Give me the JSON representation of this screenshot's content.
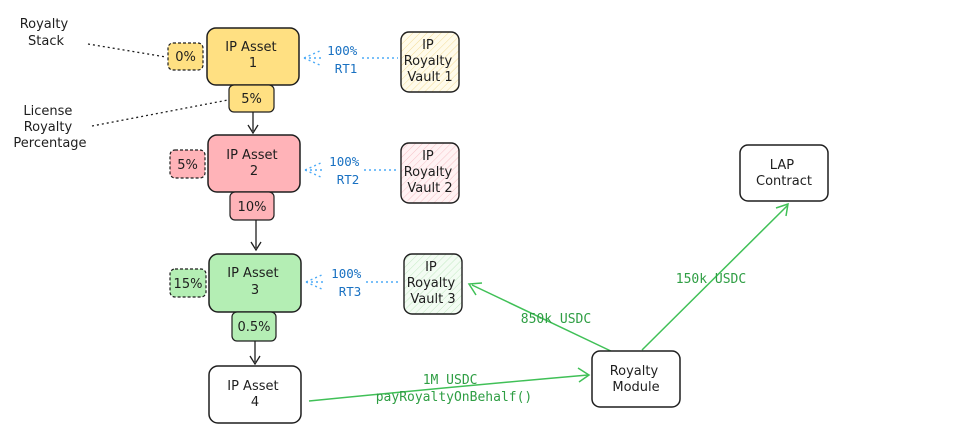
{
  "colors": {
    "stroke": "#1e1e1e",
    "asset1_fill": "#ffe082",
    "asset2_fill": "#ffb3b8",
    "asset3_fill": "#b4eeb4",
    "vault1_fill": "#fff7dc",
    "vault2_fill": "#ffe6e8",
    "vault3_fill": "#e8f8e8",
    "blue_text": "#1971c2",
    "green_text": "#2f9e44",
    "green_arrow": "#40c057",
    "blue_dotted": "#4dabf7"
  },
  "annotations": {
    "royalty_stack": [
      "Royalty",
      "Stack"
    ],
    "license_royalty_percentage": [
      "License",
      "Royalty",
      "Percentage"
    ]
  },
  "assets": [
    {
      "label": [
        "IP Asset",
        "1"
      ],
      "stack": "0%",
      "license": "5%"
    },
    {
      "label": [
        "IP Asset",
        "2"
      ],
      "stack": "5%",
      "license": "10%"
    },
    {
      "label": [
        "IP Asset",
        "3"
      ],
      "stack": "15%",
      "license": "0.5%"
    },
    {
      "label": [
        "IP Asset",
        "4"
      ]
    }
  ],
  "vaults": [
    {
      "label": [
        "IP",
        "Royalty",
        "Vault 1"
      ],
      "share": "100%",
      "token": "RT1"
    },
    {
      "label": [
        "IP",
        "Royalty",
        "Vault 2"
      ],
      "share": "100%",
      "token": "RT2"
    },
    {
      "label": [
        "IP",
        "Royalty",
        "Vault 3"
      ],
      "share": "100%",
      "token": "RT3"
    }
  ],
  "royalty_module": {
    "label": [
      "Royalty",
      "Module"
    ]
  },
  "lap_contract": {
    "label": [
      "LAP",
      "Contract"
    ]
  },
  "flows": {
    "payment": [
      "1M USDC",
      "payRoyaltyOnBehalf()"
    ],
    "to_vault": "850k USDC",
    "to_lap": "150k USDC"
  }
}
